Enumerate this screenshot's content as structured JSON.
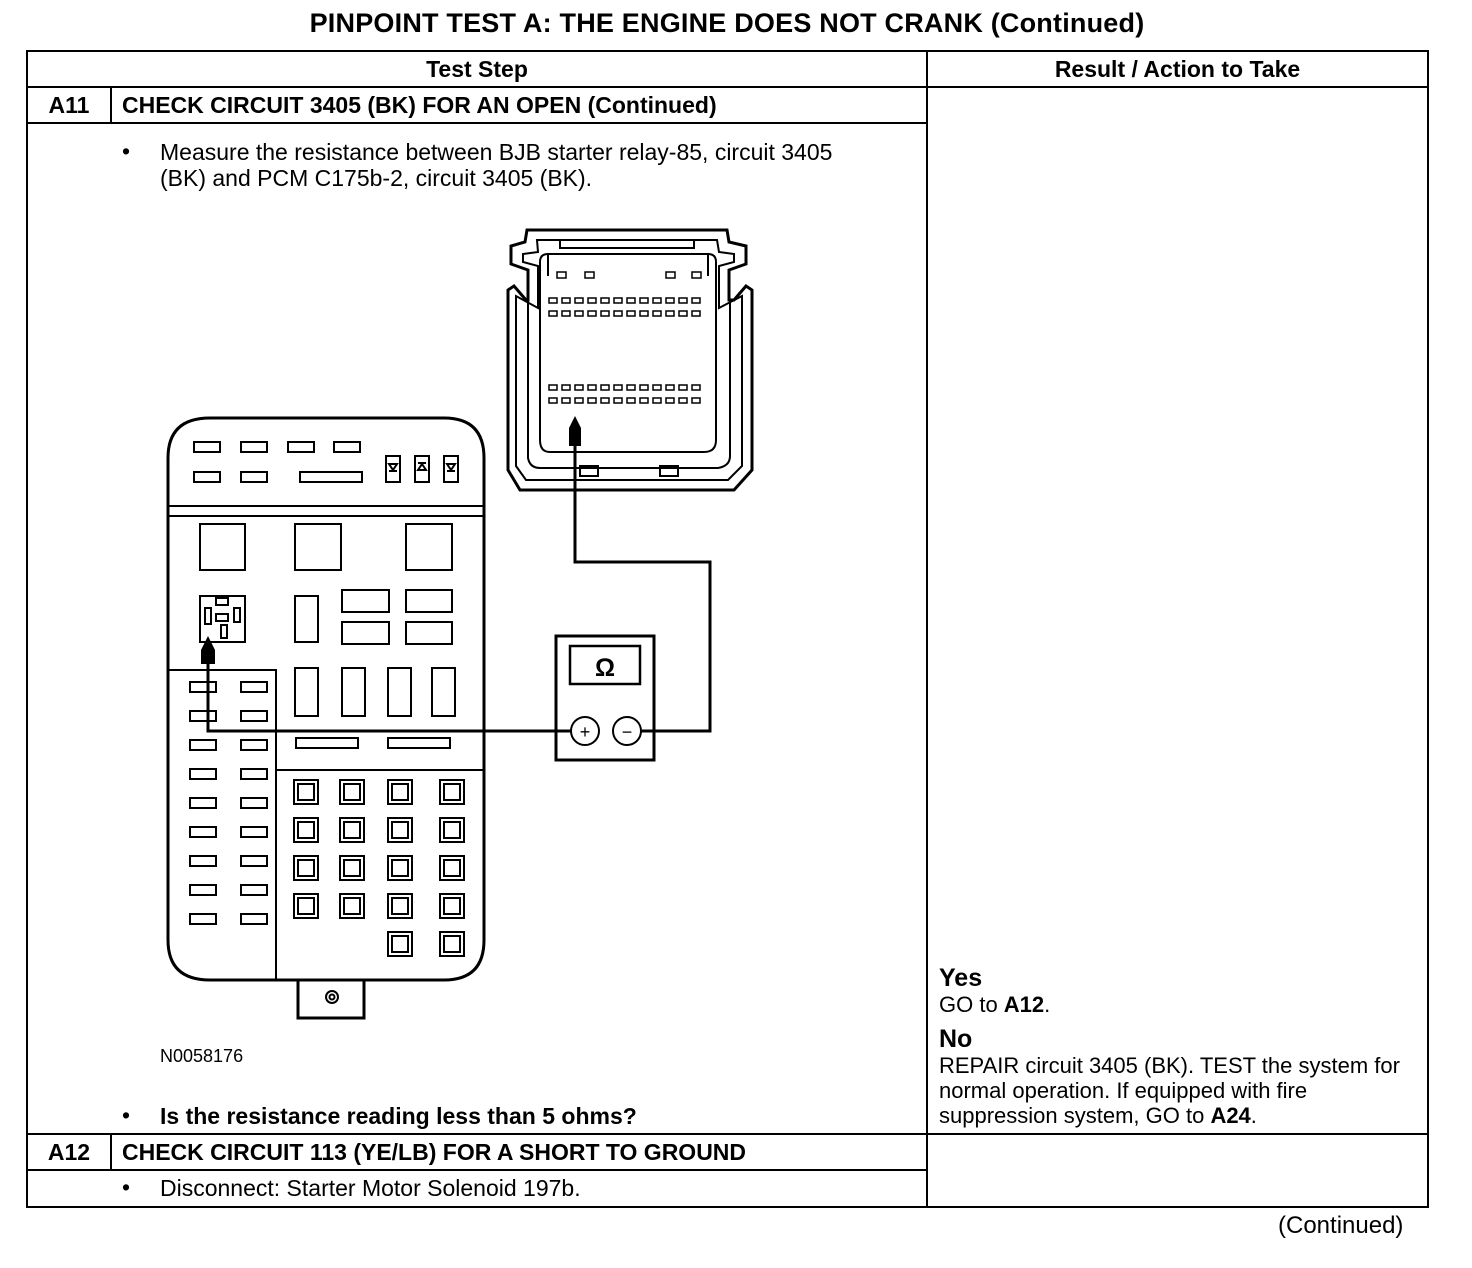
{
  "page": {
    "title": "PINPOINT TEST  A: THE ENGINE DOES NOT CRANK (Continued)",
    "footer": "(Continued)"
  },
  "table": {
    "headers": {
      "test_step": "Test Step",
      "result": "Result / Action to Take"
    },
    "steps": [
      {
        "id": "A11",
        "title": "CHECK CIRCUIT 3405 (BK) FOR AN OPEN (Continued)",
        "bullets": [
          "Measure the resistance between BJB starter relay-85, circuit 3405 (BK) and PCM C175b-2, circuit 3405 (BK).",
          "Is the resistance reading less than 5 ohms?"
        ],
        "figure": {
          "id": "N0058176",
          "meter_symbol": "Ω",
          "plus": "+",
          "minus": "−"
        },
        "results": {
          "yes_label": "Yes",
          "yes_pre": "GO to ",
          "yes_ref": "A12",
          "yes_post": ".",
          "no_label": "No",
          "no_pre": "REPAIR circuit 3405 (BK). TEST the system for normal operation. If equipped with fire suppression system, GO to ",
          "no_ref": "A24",
          "no_post": "."
        }
      },
      {
        "id": "A12",
        "title": "CHECK CIRCUIT 113 (YE/LB) FOR A SHORT TO GROUND",
        "bullets": [
          "Disconnect: Starter Motor Solenoid 197b."
        ]
      }
    ]
  },
  "icons": {
    "bullet": "bullet-dot",
    "ohmmeter": "ohmmeter-icon",
    "fuse": "fuse-icon",
    "diode": "diode-icon"
  }
}
